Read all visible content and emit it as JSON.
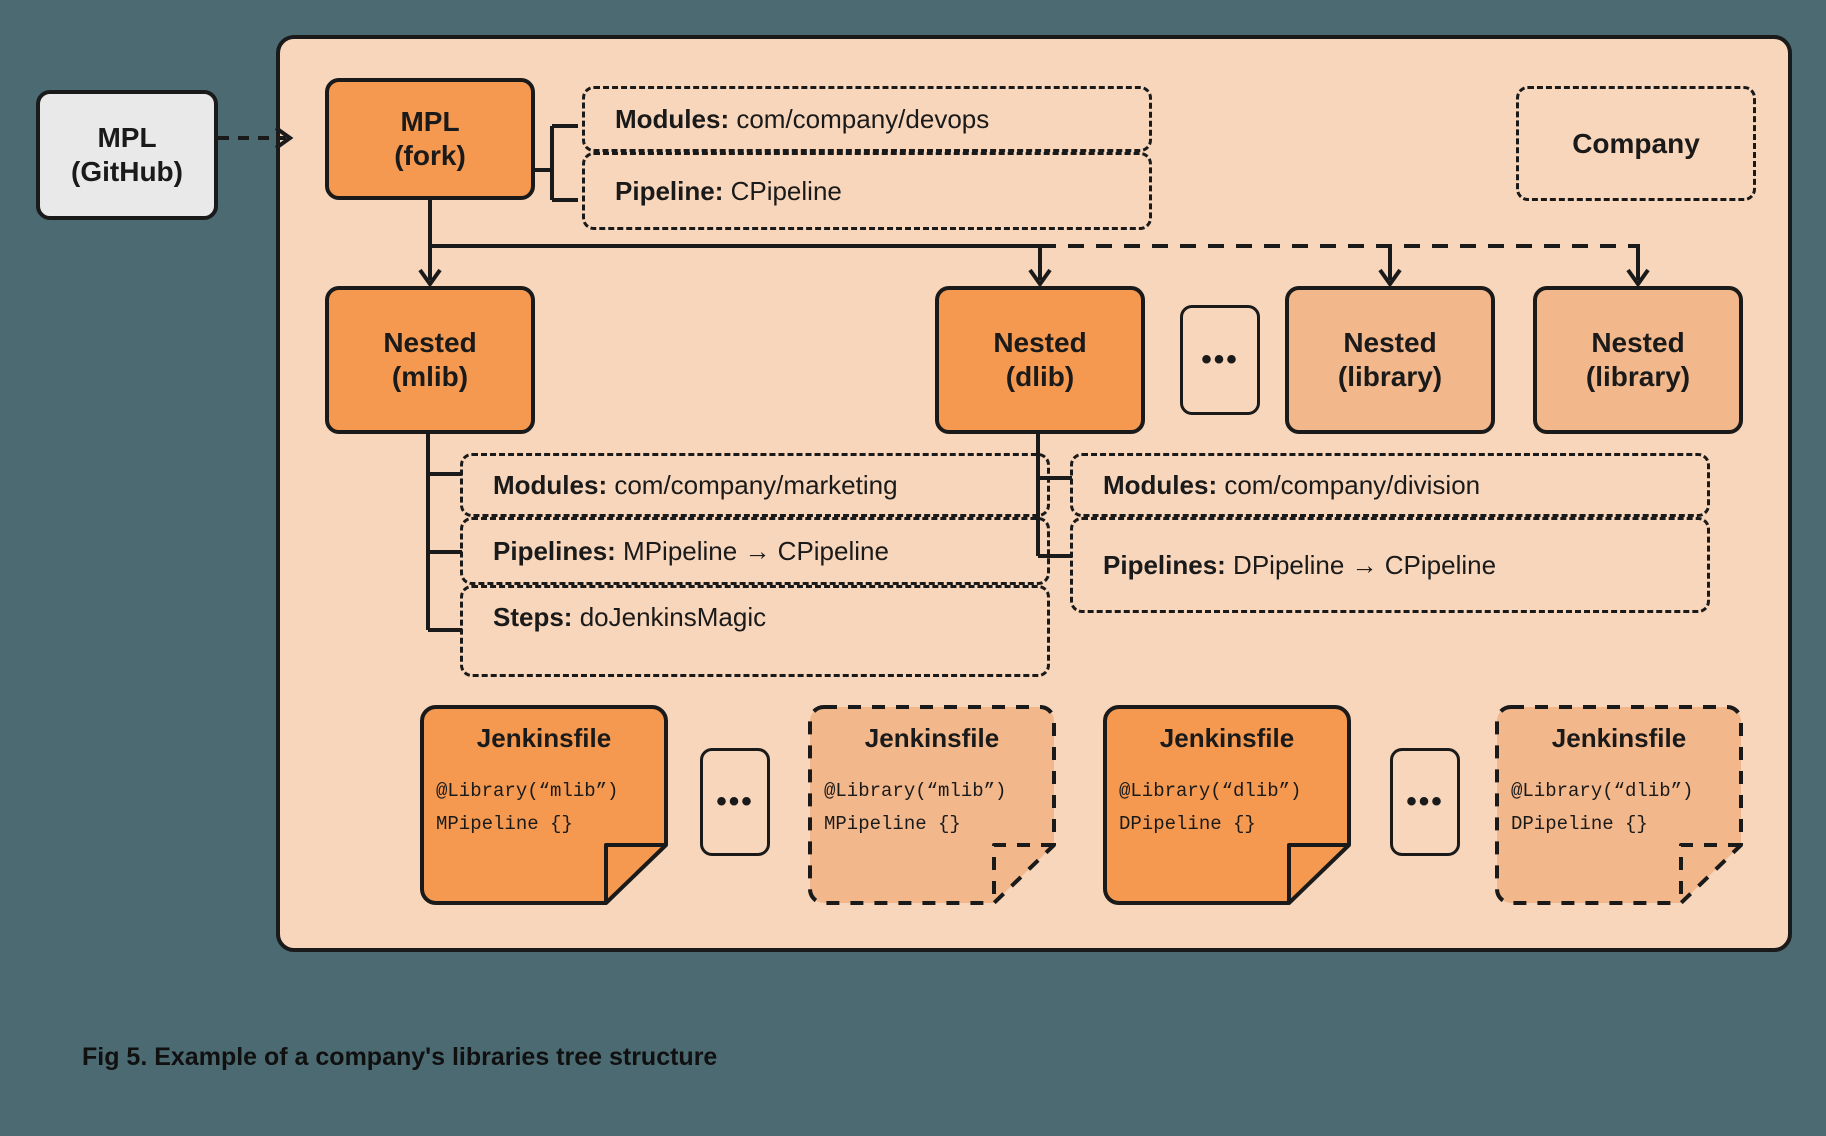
{
  "figure": {
    "caption": "Fig 5. Example of a company's libraries tree structure",
    "background_color": "#4b6a72",
    "panel_color": "#f8d6bb",
    "accent_strong": "#f4994f",
    "accent_light": "#f2b78b",
    "neutral": "#e9e9e9",
    "stroke": "#1a1a1a"
  },
  "nodes": {
    "mpl_github": {
      "line1": "MPL",
      "line2": "(GitHub)"
    },
    "mpl_fork": {
      "line1": "MPL",
      "line2": "(fork)"
    },
    "nested_mlib": {
      "line1": "Nested",
      "line2": "(mlib)"
    },
    "nested_dlib": {
      "line1": "Nested",
      "line2": "(dlib)"
    },
    "nested_library_1": {
      "line1": "Nested",
      "line2": "(library)"
    },
    "nested_library_2": {
      "line1": "Nested",
      "line2": "(library)"
    },
    "company": {
      "label": "Company"
    }
  },
  "ellipsis": {
    "glyph": "•••",
    "text": "..."
  },
  "details": {
    "fork": [
      {
        "label": "Modules:",
        "value": "com/company/devops"
      },
      {
        "label": "Pipeline:",
        "value": "CPipeline"
      }
    ],
    "mlib": [
      {
        "label": "Modules:",
        "value": "com/company/marketing"
      },
      {
        "label": "Pipelines:",
        "value": "MPipeline → CPipeline"
      },
      {
        "label": "Steps:",
        "value": "doJenkinsMagic"
      }
    ],
    "dlib": [
      {
        "label": "Modules:",
        "value": "com/company/division"
      },
      {
        "label": "Pipelines:",
        "value": "DPipeline → CPipeline"
      }
    ]
  },
  "jenkinsfiles": [
    {
      "title": "Jenkinsfile",
      "code1": "@Library(“mlib”)",
      "code2": "MPipeline {}",
      "style": "solid"
    },
    {
      "title": "Jenkinsfile",
      "code1": "@Library(“mlib”)",
      "code2": "MPipeline {}",
      "style": "dashed"
    },
    {
      "title": "Jenkinsfile",
      "code1": "@Library(“dlib”)",
      "code2": "DPipeline {}",
      "style": "solid"
    },
    {
      "title": "Jenkinsfile",
      "code1": "@Library(“dlib”)",
      "code2": "DPipeline {}",
      "style": "dashed"
    }
  ]
}
